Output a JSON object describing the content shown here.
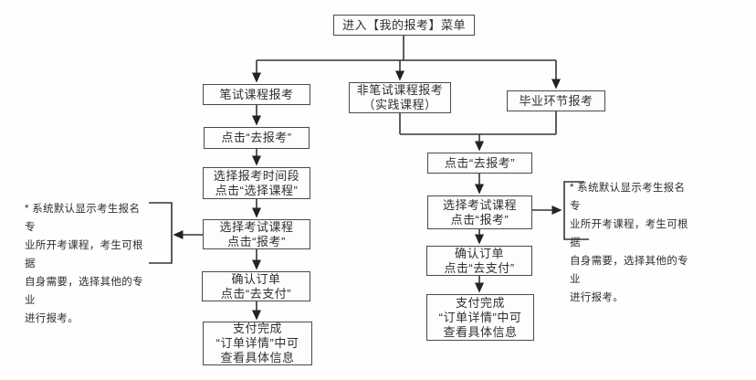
{
  "flowchart": {
    "start": "进入【我的报考】菜单",
    "branches": {
      "written": "笔试课程报考",
      "non_written": "非笔试课程报考\n（实践课程）",
      "graduation": "毕业环节报考"
    },
    "written_steps": [
      "点击“去报考”",
      "选择报考时间段\n点击“选择课程”",
      "选择考试课程\n点击“报考”",
      "确认订单\n点击“去支付”",
      "支付完成\n“订单详情”中可\n查看具体信息"
    ],
    "merged_steps": [
      "点击“去报考”",
      "选择考试课程\n点击“报考”",
      "确认订单\n点击“去支付”",
      "支付完成\n“订单详情”中可\n查看具体信息"
    ],
    "left_note": "* 系统默认显示考生报名专\n业所开考课程，考生可根据\n自身需要，选择其他的专业\n进行报考。",
    "right_note": "* 系统默认显示考生报名专\n业所开考课程，考生可根据\n自身需要，选择其他的专业\n进行报考。",
    "colors": {
      "box_border": "#4a4a4a",
      "line": "#353535",
      "text": "#303030",
      "background": "#fefefe"
    }
  }
}
